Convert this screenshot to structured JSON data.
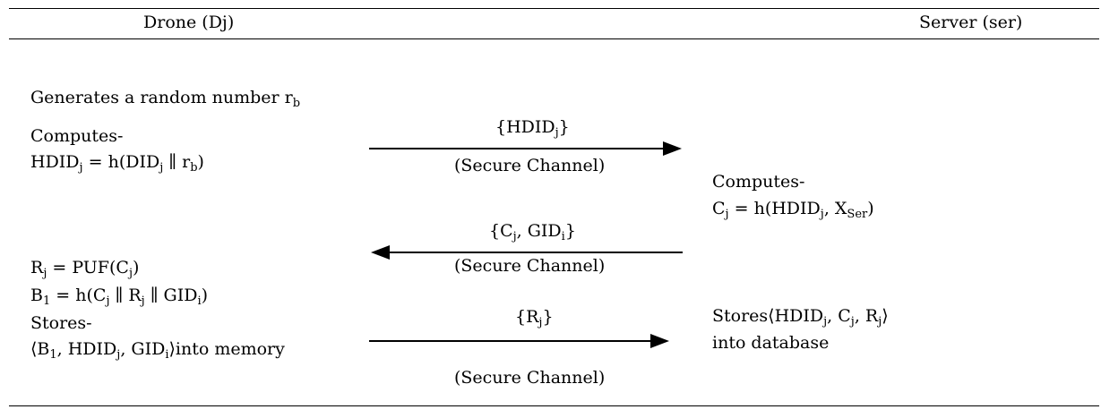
{
  "header": {
    "drone": "Drone (Dj)",
    "server": "Server (ser)"
  },
  "drone_steps": {
    "generate": {
      "text": "Generates a random number r",
      "sub": "b"
    },
    "computes1": "Computes-",
    "hdid_eq": {
      "a": "HDID",
      "a_sub": "j",
      "b": " = h(DID",
      "b_sub": "j",
      "c": " ∥ r",
      "c_sub": "b",
      "d": ")"
    },
    "rj_eq": {
      "a": "R",
      "a_sub": "j",
      "b": " = PUF(C",
      "b_sub": "j",
      "c": ")"
    },
    "b1_eq": {
      "a": "B",
      "a_sub": "1",
      "b": " = h(C",
      "b_sub": "j",
      "c": " ∥ R",
      "c_sub": "j",
      "d": " ∥ GID",
      "d_sub": "i",
      "e": ")"
    },
    "stores1": "Stores-",
    "store_tuple": {
      "a": "⟨B",
      "a_sub": "1",
      "b": ", HDID",
      "b_sub": "j",
      "c": ", GID",
      "c_sub": "i",
      "d": "⟩into memory"
    }
  },
  "server_steps": {
    "computes2": "Computes-",
    "cj_eq": {
      "a": "C",
      "a_sub": "j",
      "b": " = h(HDID",
      "b_sub": "j",
      "c": ", X",
      "c_sub": "Ser",
      "d": ")"
    },
    "stores_db": {
      "a": "Stores⟨HDID",
      "a_sub": "j",
      "b": ", C",
      "b_sub": "j",
      "c": ", R",
      "c_sub": "j",
      "d": "⟩"
    },
    "into_db": "into database"
  },
  "messages": [
    {
      "a": "{HDID",
      "a_sub": "j",
      "b": "}",
      "channel": "(Secure Channel)",
      "direction": "right"
    },
    {
      "a": "{C",
      "a_sub": "j",
      "b": ", GID",
      "b_sub": "i",
      "c": "}",
      "channel": "(Secure Channel)",
      "direction": "left"
    },
    {
      "a": "{R",
      "a_sub": "j",
      "b": "}",
      "channel": "(Secure Channel)",
      "direction": "right"
    }
  ]
}
